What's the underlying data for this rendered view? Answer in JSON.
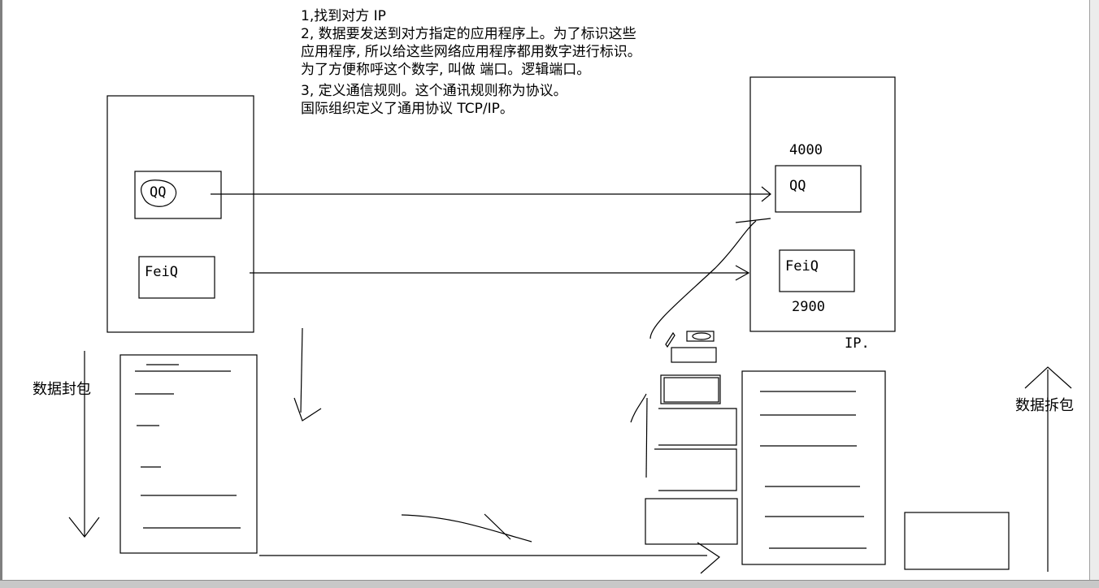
{
  "notes": [
    "1,找到对方 IP",
    "2, 数据要发送到对方指定的应用程序上。为了标识这些",
    "应用程序, 所以给这些网络应用程序都用数字进行标识。",
    " 为了方便称呼这个数字, 叫做 端口。逻辑端口。",
    "3, 定义通信规则。这个通讯规则称为协议。",
    "国际组织定义了通用协议 TCP/IP。"
  ],
  "left_host": {
    "app1": "QQ",
    "app2": "FeiQ"
  },
  "right_host": {
    "app1": "QQ",
    "app2": "FeiQ",
    "port1": "4000",
    "port2": "2900",
    "ip_label": "IP."
  },
  "labels": {
    "encapsulate": "数据封包",
    "decapsulate": "数据拆包"
  }
}
